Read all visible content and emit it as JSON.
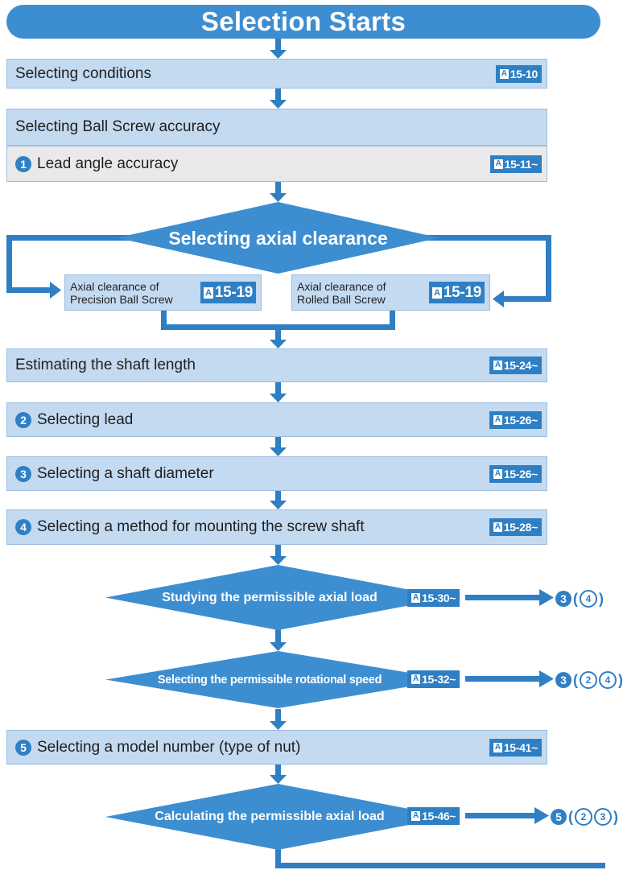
{
  "title": "Selection Starts",
  "ref_prefix_icon": "A",
  "steps": {
    "selecting_conditions": {
      "label": "Selecting conditions",
      "ref": "15-10"
    },
    "accuracy_header": {
      "label": "Selecting Ball Screw accuracy"
    },
    "lead_angle": {
      "number": "1",
      "label": "Lead angle accuracy",
      "ref": "15-11~"
    },
    "shaft_length": {
      "label": "Estimating the shaft length",
      "ref": "15-24~"
    },
    "lead": {
      "number": "2",
      "label": "Selecting lead",
      "ref": "15-26~"
    },
    "shaft_diameter": {
      "number": "3",
      "label": "Selecting a shaft diameter",
      "ref": "15-26~"
    },
    "mounting": {
      "number": "4",
      "label": "Selecting a method for mounting the screw shaft",
      "ref": "15-28~"
    },
    "model_number": {
      "number": "5",
      "label": "Selecting a model number (type of nut)",
      "ref": "15-41~"
    }
  },
  "axial_clearance": {
    "label": "Selecting axial clearance",
    "precision": {
      "line1": "Axial clearance of",
      "line2": "Precision Ball Screw",
      "ref": "15-19"
    },
    "rolled": {
      "line1": "Axial clearance of",
      "line2": "Rolled Ball Screw",
      "ref": "15-19"
    }
  },
  "checks": {
    "axial_load": {
      "label": "Studying the permissible axial load",
      "ref": "15-30~",
      "outcome": {
        "main": "3",
        "alts": [
          "4"
        ]
      }
    },
    "rotational_speed": {
      "label": "Selecting the permissible rotational speed",
      "ref": "15-32~",
      "outcome": {
        "main": "3",
        "alts": [
          "2",
          "4"
        ]
      }
    },
    "calc_axial_load": {
      "label": "Calculating the permissible axial load",
      "ref": "15-46~",
      "outcome": {
        "main": "5",
        "alts": [
          "2",
          "3"
        ]
      }
    }
  },
  "colors": {
    "accent": "#2f7fc4",
    "title": "#3d8ed0",
    "box": "#c4daf1",
    "grey_box": "#e9e9e9"
  }
}
